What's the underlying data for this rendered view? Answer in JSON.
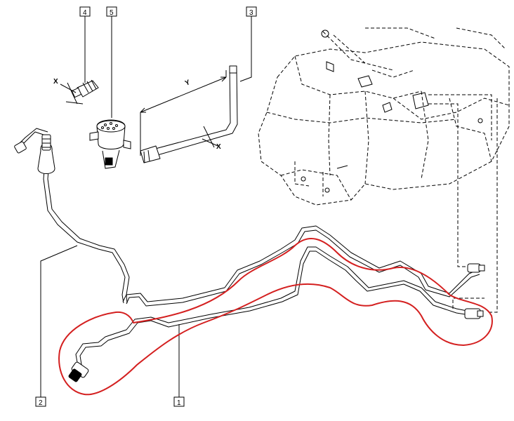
{
  "callouts": {
    "c1": "1",
    "c2": "2",
    "c3": "3",
    "c4": "4",
    "c5": "5"
  },
  "dimensions": {
    "x_connector": "X",
    "y_pipe": "Y",
    "x_pipe": "X"
  },
  "colors": {
    "line": "#000000",
    "highlight": "#d42020",
    "background": "#ffffff"
  }
}
